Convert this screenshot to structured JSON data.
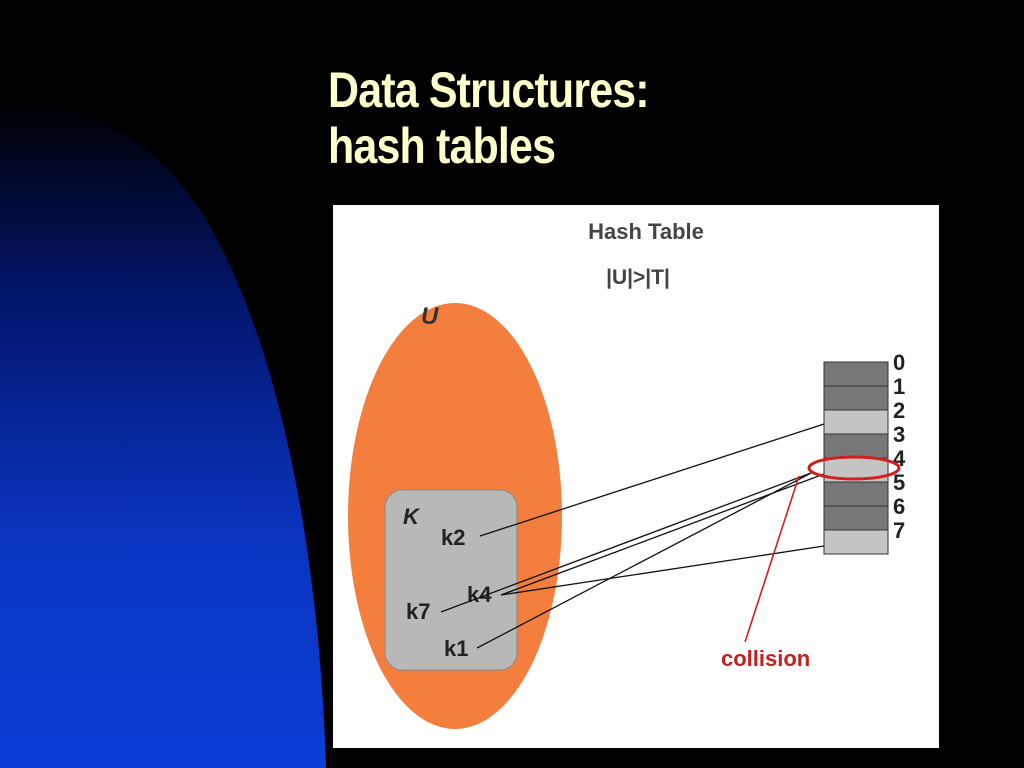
{
  "slide": {
    "title_line1": "Data Structures:",
    "title_line2": "hash tables",
    "title_color": "#ffffcc",
    "background_color": "#000000",
    "accent_color": "#0a38c8"
  },
  "diagram": {
    "heading": "Hash Table",
    "condition": "|U|>|T|",
    "universe_label": "U",
    "keyset_label": "K",
    "keys": [
      "k2",
      "k4",
      "k7",
      "k1"
    ],
    "slot_indices": [
      "0",
      "1",
      "2",
      "3",
      "4",
      "5",
      "6",
      "7"
    ],
    "collision_label": "collision",
    "colors": {
      "universe_fill": "#f47e3e",
      "keyset_fill": "#b8b8b8",
      "slot_dark": "#777777",
      "slot_light": "#c4c4c4",
      "collision": "#d12020"
    }
  }
}
